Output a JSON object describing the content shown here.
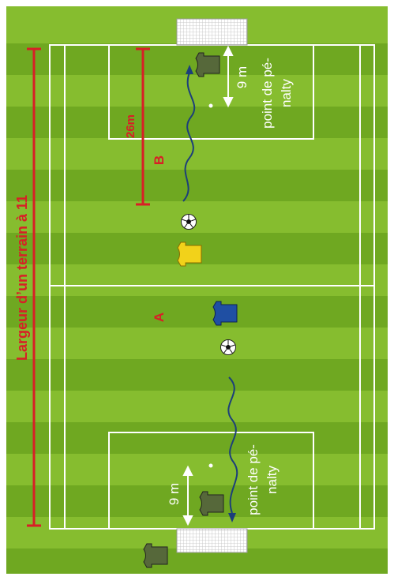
{
  "labels": {
    "width_title": "Largeur d’un terrain à 11",
    "distance_26": "26m",
    "zone_b": "B",
    "zone_a": "A",
    "penalty_top_distance": "9 m",
    "penalty_top_line1": "point de pé-",
    "penalty_top_line2": "nalty",
    "penalty_bottom_distance": "9 m",
    "penalty_bottom_line1": "point de pé-",
    "penalty_bottom_line2": "nalty"
  },
  "colors": {
    "grass_light": "#86bd2f",
    "grass_dark": "#6fa821",
    "lines": "#ffffff",
    "annotation_red": "#d81f26",
    "arrow_blue": "#1c3f7a",
    "player_yellow": "#f2d21a",
    "player_blue": "#1f4fa3",
    "keeper_green": "#56683a"
  },
  "icons": {
    "player": "jersey-icon",
    "ball": "soccer-ball-icon",
    "goal": "goal-net-icon"
  }
}
